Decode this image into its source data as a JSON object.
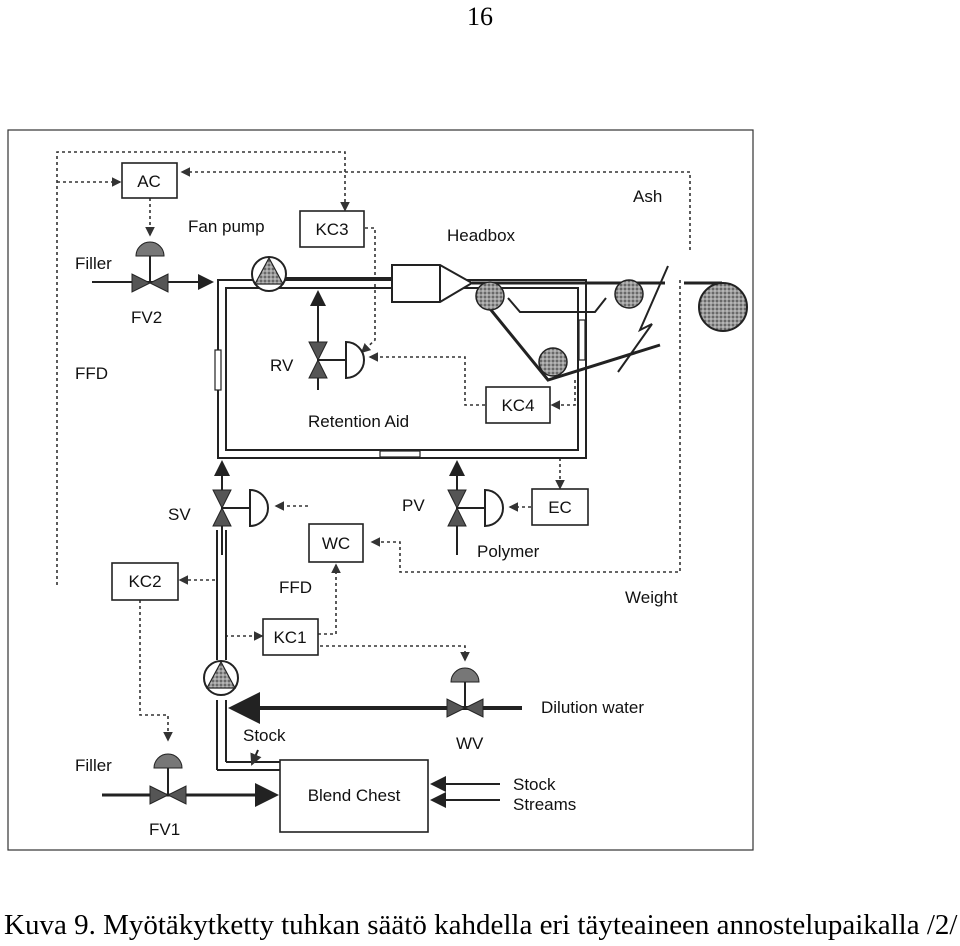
{
  "page_number": "16",
  "caption": "Kuva 9. Myötäkytketty tuhkan säätö kahdella eri täyteaineen annostelupaikalla /2/",
  "diagram": {
    "boxes": {
      "ac": "AC",
      "kc3": "KC3",
      "kc4": "KC4",
      "kc2": "KC2",
      "kc1": "KC1",
      "wc": "WC",
      "ec": "EC",
      "blend_chest": "Blend Chest"
    },
    "labels": {
      "fan_pump": "Fan pump",
      "headbox": "Headbox",
      "ash": "Ash",
      "filler_top": "Filler",
      "fv2": "FV2",
      "ffd_left": "FFD",
      "rv": "RV",
      "retention_aid": "Retention Aid",
      "sv": "SV",
      "pv": "PV",
      "polymer": "Polymer",
      "ffd_mid": "FFD",
      "weight": "Weight",
      "dilution_water": "Dilution water",
      "stock": "Stock",
      "wv": "WV",
      "filler_bottom": "Filler",
      "fv1": "FV1",
      "stock_streams_1": "Stock",
      "stock_streams_2": "Streams"
    }
  }
}
